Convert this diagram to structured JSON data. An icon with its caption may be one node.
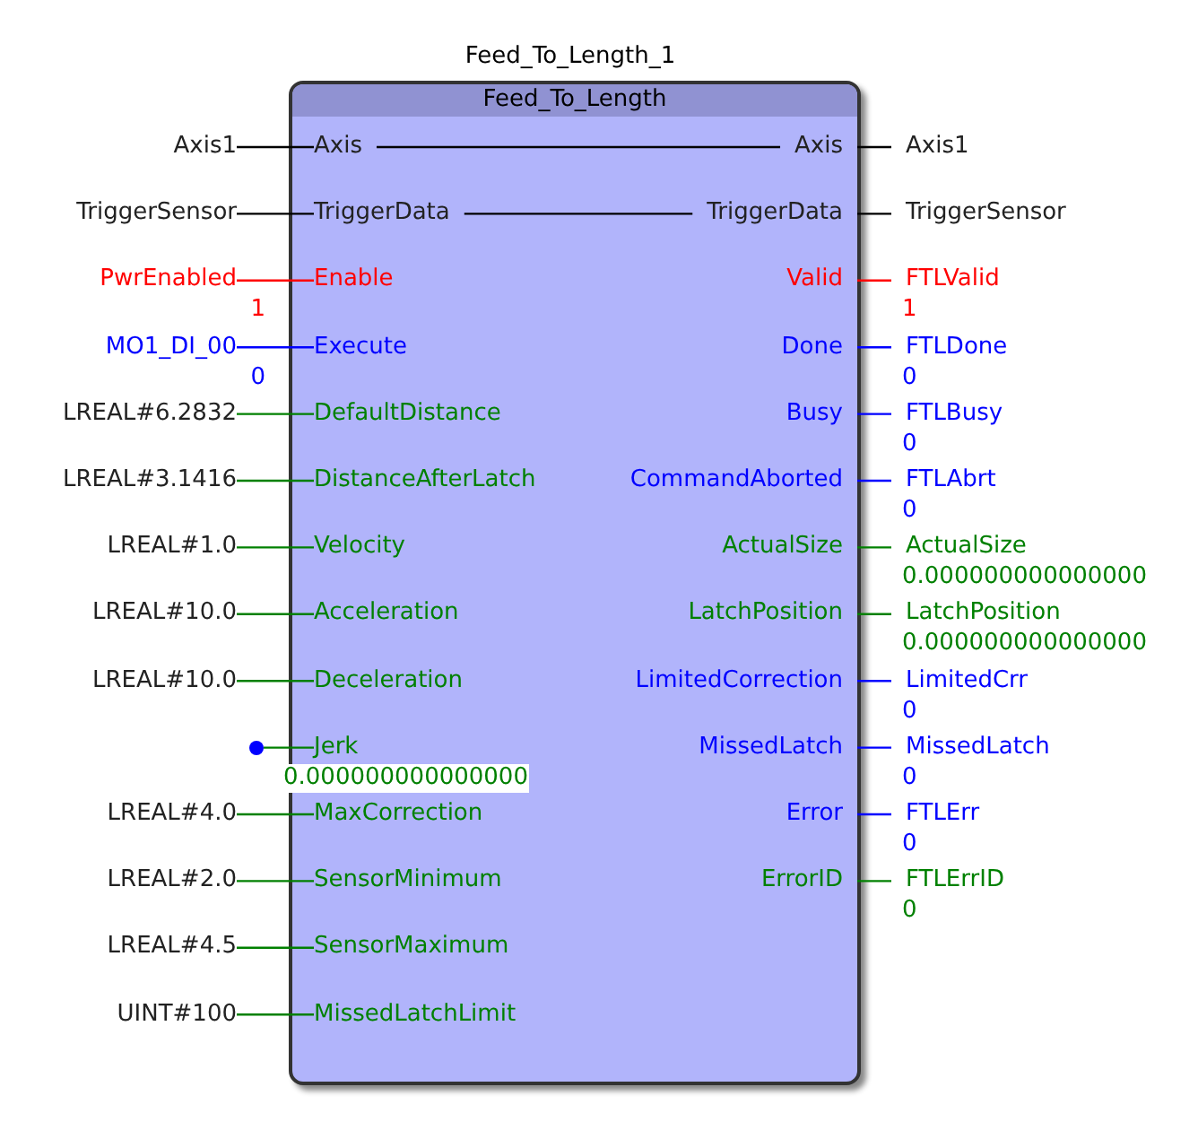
{
  "diagram": {
    "nodes": [
      {
        "text": [
          "Feed_To_Length"
        ],
        "beside": [
          "Feed_To_Length_1"
        ]
      },
      {
        "text": [
          "Axis1"
        ]
      },
      {
        "text": [
          "Axis"
        ],
        "in": 0
      },
      {
        "text": [
          "Axis"
        ],
        "in": 0
      },
      {
        "text": [
          "Axis1"
        ]
      },
      {
        "text": [
          "TriggerSensor"
        ]
      },
      {
        "text": [
          "TriggerData"
        ],
        "in": 0
      },
      {
        "text": [
          "TriggerData"
        ],
        "in": 0
      },
      {
        "text": [
          "TriggerSensor"
        ]
      },
      {
        "text": [
          "PwrEnabled"
        ],
        "beside": [
          "1"
        ]
      },
      {
        "text": [
          "Enable"
        ],
        "in": 0
      },
      {
        "text": [
          "Valid"
        ],
        "in": 0
      },
      {
        "text": [
          "FTLValid"
        ],
        "beside": [
          "1"
        ]
      },
      {
        "text": [
          "MO1_DI_00"
        ],
        "beside": [
          "0"
        ]
      },
      {
        "text": [
          "Execute"
        ],
        "in": 0
      },
      {
        "text": [
          "Done"
        ],
        "in": 0
      },
      {
        "text": [
          "FTLDone"
        ],
        "beside": [
          "0"
        ]
      },
      {
        "text": [
          "LREAL#6.2832"
        ]
      },
      {
        "text": [
          "DefaultDistance"
        ],
        "in": 0
      },
      {
        "text": [
          "Busy"
        ],
        "in": 0
      },
      {
        "text": [
          "FTLBusy"
        ],
        "beside": [
          "0"
        ]
      },
      {
        "text": [
          "LREAL#3.1416"
        ]
      },
      {
        "text": [
          "DistanceAfterLatch"
        ],
        "in": 0
      },
      {
        "text": [
          "CommandAborted"
        ],
        "in": 0
      },
      {
        "text": [
          "FTLAbrt"
        ],
        "beside": [
          "0"
        ]
      },
      {
        "text": [
          "LREAL#1.0"
        ]
      },
      {
        "text": [
          "Velocity"
        ],
        "in": 0
      },
      {
        "text": [
          "ActualSize"
        ],
        "in": 0
      },
      {
        "text": [
          "ActualSize"
        ],
        "beside": [
          "0.000000000000000"
        ]
      },
      {
        "text": [
          "LREAL#10.0"
        ]
      },
      {
        "text": [
          "Acceleration"
        ],
        "in": 0
      },
      {
        "text": [
          "LatchPosition"
        ],
        "in": 0
      },
      {
        "text": [
          "LatchPosition"
        ],
        "beside": [
          "0.000000000000000"
        ]
      },
      {
        "text": [
          "LREAL#10.0"
        ]
      },
      {
        "text": [
          "Deceleration"
        ],
        "in": 0
      },
      {
        "text": [
          "LimitedCorrection"
        ],
        "in": 0
      },
      {
        "text": [
          "LimitedCrr"
        ],
        "beside": [
          "0"
        ]
      },
      {
        "text": [],
        "shape": "circle"
      },
      {
        "text": [
          "Jerk"
        ],
        "in": 0,
        "beside": [
          "0.000000000000000"
        ]
      },
      {
        "text": [
          "MissedLatch"
        ],
        "in": 0
      },
      {
        "text": [
          "MissedLatch"
        ],
        "beside": [
          "0"
        ]
      },
      {
        "text": [
          "LREAL#4.0"
        ]
      },
      {
        "text": [
          "MaxCorrection"
        ],
        "in": 0
      },
      {
        "text": [
          "Error"
        ],
        "in": 0
      },
      {
        "text": [
          "FTLErr"
        ],
        "beside": [
          "0"
        ]
      },
      {
        "text": [
          "LREAL#2.0"
        ]
      },
      {
        "text": [
          "SensorMinimum"
        ],
        "in": 0
      },
      {
        "text": [
          "ErrorID"
        ],
        "in": 0
      },
      {
        "text": [
          "FTLErrID"
        ],
        "beside": [
          "0"
        ]
      },
      {
        "text": [
          "LREAL#4.5"
        ]
      },
      {
        "text": [
          "SensorMaximum"
        ],
        "in": 0
      },
      {
        "text": [
          "UINT#100"
        ]
      },
      {
        "text": [
          "MissedLatchLimit"
        ],
        "in": 0
      }
    ],
    "edges": [
      {
        "from": 1,
        "to": 2,
        "arrow": "none",
        "color": "#000000"
      },
      {
        "from": 2,
        "to": 3,
        "arrow": "none",
        "color": "#000000"
      },
      {
        "from": 3,
        "to": 4,
        "arrow": "none",
        "color": "#000000"
      },
      {
        "from": 5,
        "to": 6,
        "arrow": "none",
        "color": "#000000"
      },
      {
        "from": 6,
        "to": 7,
        "arrow": "none",
        "color": "#000000"
      },
      {
        "from": 7,
        "to": 8,
        "arrow": "none",
        "color": "#000000"
      },
      {
        "from": 9,
        "to": 10,
        "arrow": "none",
        "color": "#ff0000"
      },
      {
        "from": 11,
        "to": 12,
        "arrow": "none",
        "color": "#ff0000"
      },
      {
        "from": 13,
        "to": 14,
        "arrow": "none",
        "color": "#0000ff"
      },
      {
        "from": 15,
        "to": 16,
        "arrow": "none",
        "color": "#0000ff"
      },
      {
        "from": 17,
        "to": 18,
        "arrow": "none"
      },
      {
        "from": 19,
        "to": 20,
        "arrow": "none",
        "color": "#0000ff"
      },
      {
        "from": 21,
        "to": 22,
        "arrow": "none"
      },
      {
        "from": 23,
        "to": 24,
        "arrow": "none",
        "color": "#0000ff"
      },
      {
        "from": 25,
        "to": 26,
        "arrow": "none"
      },
      {
        "from": 27,
        "to": 28,
        "arrow": "none"
      },
      {
        "from": 29,
        "to": 30,
        "arrow": "none"
      },
      {
        "from": 31,
        "to": 32,
        "arrow": "none"
      },
      {
        "from": 33,
        "to": 34,
        "arrow": "none"
      },
      {
        "from": 35,
        "to": 36,
        "arrow": "none",
        "color": "#0000ff"
      },
      {
        "from": 37,
        "to": 38,
        "arrow": "none"
      },
      {
        "from": 39,
        "to": 40,
        "arrow": "none",
        "color": "#0000ff"
      },
      {
        "from": 41,
        "to": 42,
        "arrow": "none"
      },
      {
        "from": 43,
        "to": 44,
        "arrow": "none",
        "color": "#0000ff"
      },
      {
        "from": 45,
        "to": 46,
        "arrow": "none"
      },
      {
        "from": 47,
        "to": 48,
        "arrow": "none"
      },
      {
        "from": 49,
        "to": 50,
        "arrow": "none"
      },
      {
        "from": 51,
        "to": 52,
        "arrow": "none"
      }
    ]
  }
}
